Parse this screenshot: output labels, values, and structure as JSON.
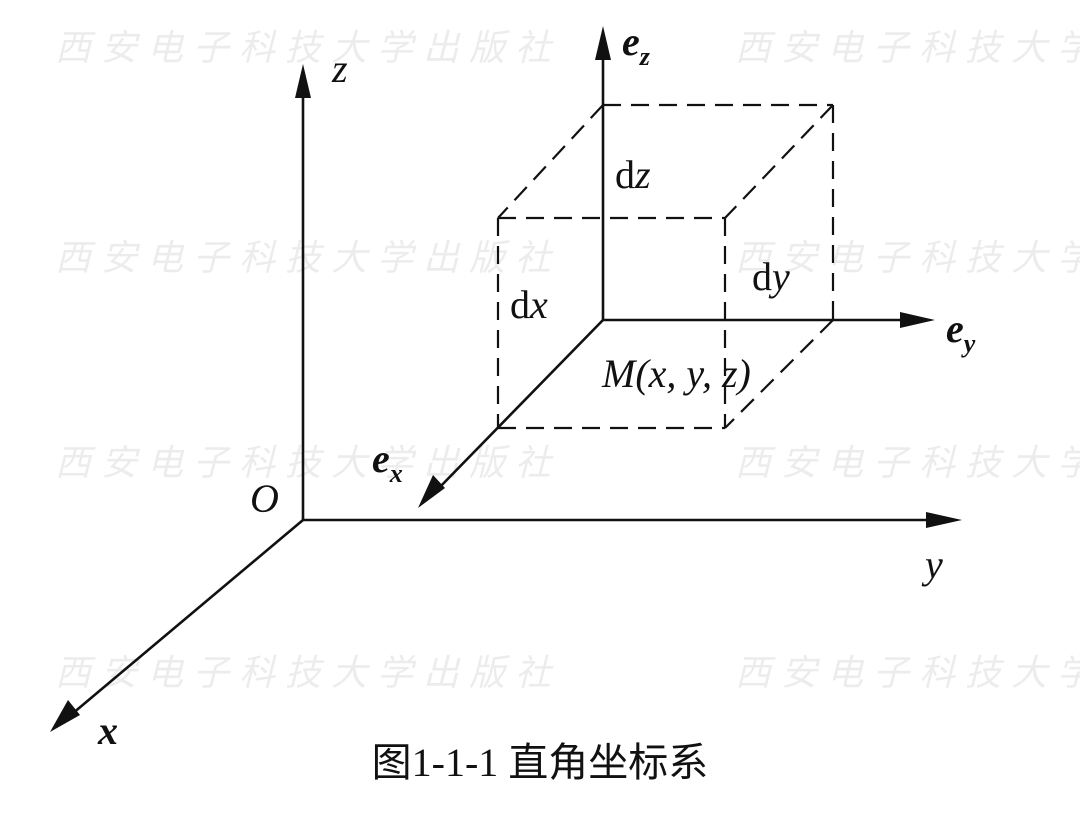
{
  "watermark": "西安电子科技大学出版社",
  "labels": {
    "origin": "O",
    "axis_x": "x",
    "axis_y": "y",
    "axis_z": "z",
    "unit_x_bold": "e",
    "unit_x_sub": "x",
    "unit_y_bold": "e",
    "unit_y_sub": "y",
    "unit_z_bold": "e",
    "unit_z_sub": "z",
    "dx_d": "d",
    "dx_var": "x",
    "dy_d": "d",
    "dy_var": "y",
    "dz_d": "d",
    "dz_var": "z",
    "point_M": "M",
    "point_coords": "(x, y, z)"
  },
  "caption": "图1-1-1  直角坐标系"
}
